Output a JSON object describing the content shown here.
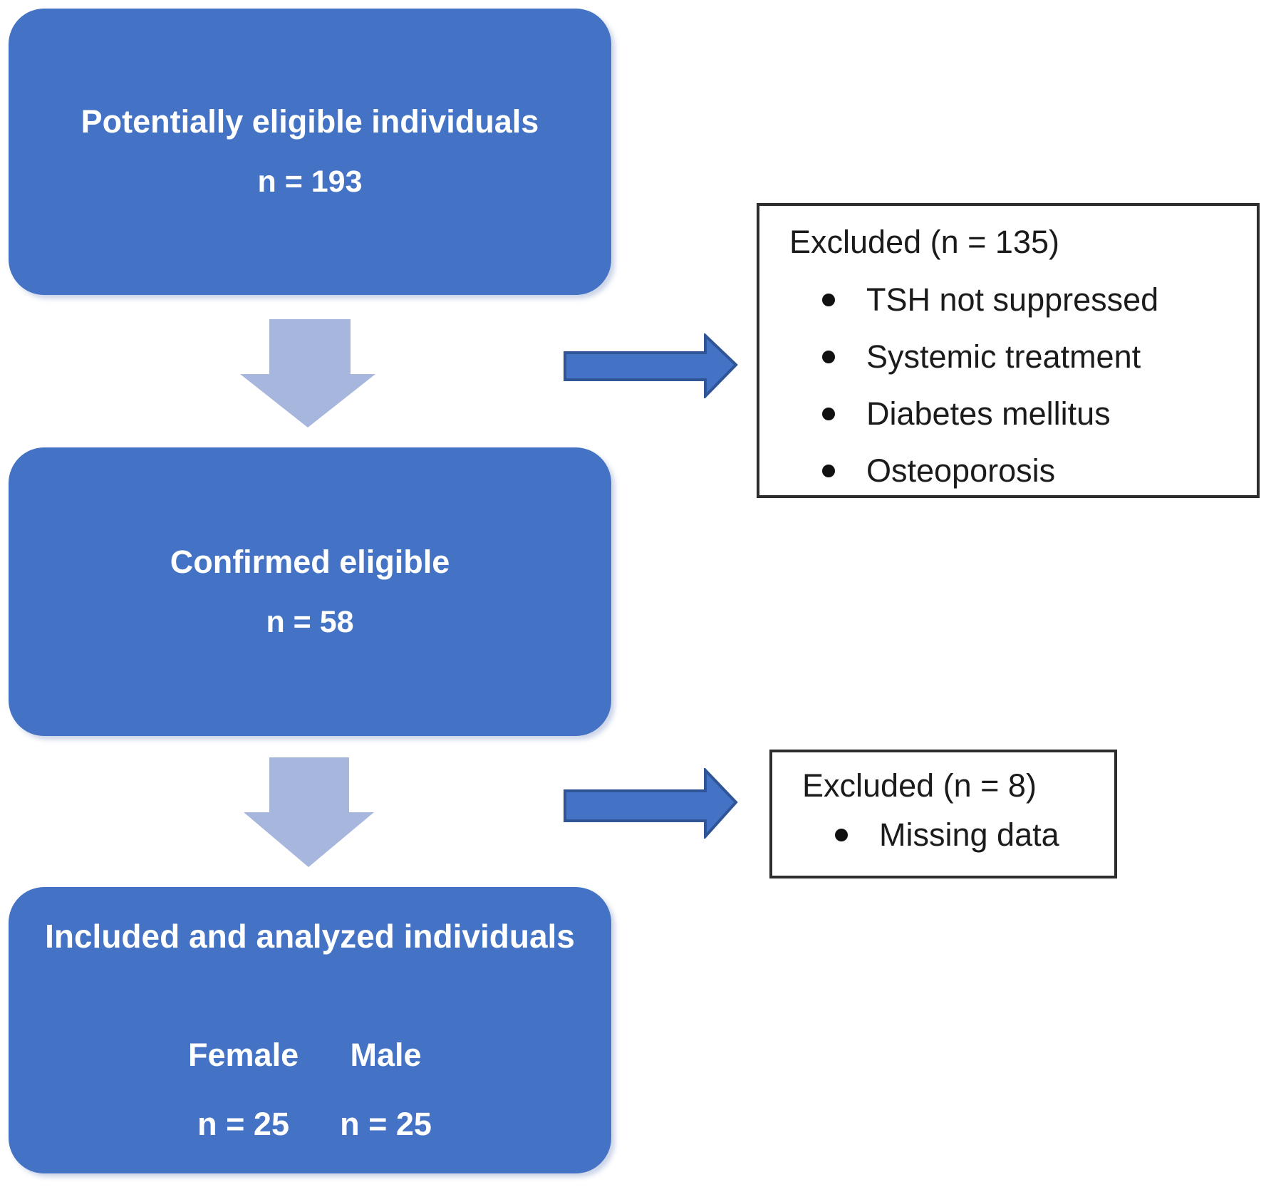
{
  "boxes": {
    "potentially_eligible": {
      "line1": "Potentially eligible individuals",
      "line2": "n = 193"
    },
    "confirmed_eligible": {
      "line1": "Confirmed eligible",
      "line2": "n = 58"
    },
    "included": {
      "title": "Included and analyzed individuals",
      "col1_label": "Female",
      "col2_label": "Male",
      "col1_n": "n = 25",
      "col2_n": "n = 25"
    }
  },
  "exclusions": {
    "first": {
      "header": "Excluded (n = 135)",
      "bullets": [
        "TSH not suppressed",
        "Systemic treatment",
        "Diabetes mellitus",
        "Osteoporosis"
      ]
    },
    "second": {
      "header": "Excluded (n = 8)",
      "bullets": [
        "Missing data"
      ]
    }
  },
  "colors": {
    "box_fill": "#4472C4",
    "down_arrow": "#A7B6DD",
    "right_arrow_fill": "#4472C4",
    "right_arrow_border": "#2F5597",
    "excluded_border": "#2D2D2D",
    "box_text": "#FFFFFF",
    "excluded_text": "#1B1B1B"
  }
}
